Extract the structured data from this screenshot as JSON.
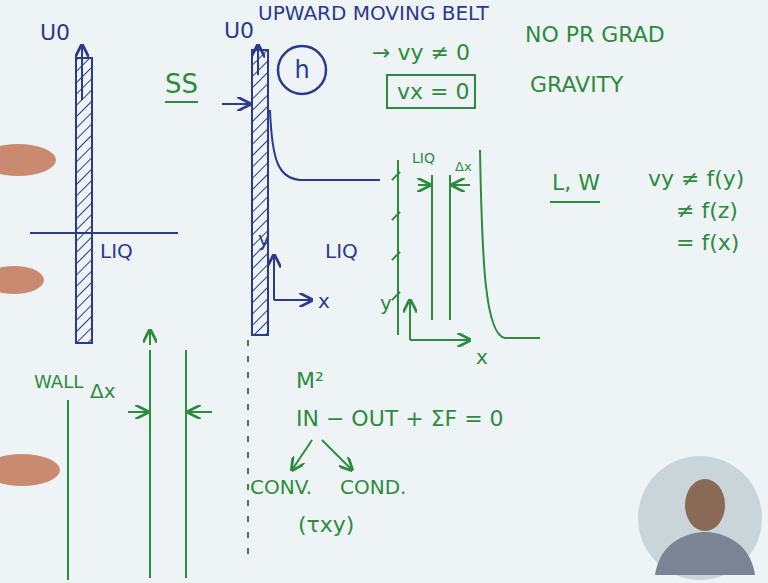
{
  "diagram": {
    "title": "UPWARD MOVING BELT",
    "nodes": [
      {
        "text": [
          "h"
        ]
      },
      {
        "text": [
          "vx = 0"
        ]
      }
    ],
    "labels": [
      "U0",
      "LIQ",
      "SS",
      "U0",
      "y",
      "x",
      "LIQ",
      "→ vy ≠ 0",
      "NO PR GRAD",
      "GRAVITY",
      "LIQ",
      "Δx",
      "y",
      "x",
      "L, W",
      "vy ≠ f(y)",
      "≠ f(z)",
      "= f(x)",
      "WALL",
      "Δx",
      "M²",
      "IN − OUT + ΣF = 0",
      "CONV.",
      "COND.",
      "(τxy)"
    ]
  }
}
